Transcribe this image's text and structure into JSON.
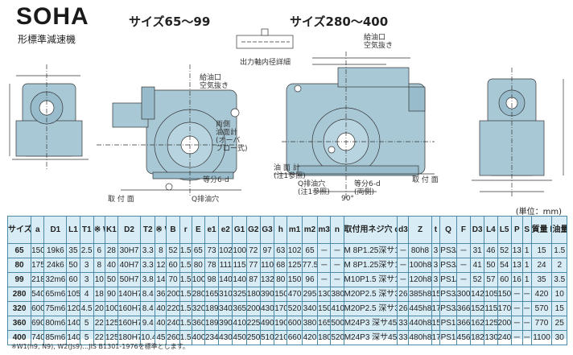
{
  "header": {
    "brand": "SOHA",
    "subtitle": "形標準減速機",
    "size_small": "サイズ65～99",
    "size_large": "サイズ280～400"
  },
  "drawing_labels": {
    "shaft_detail": "出力軸内径詳細",
    "oil_inlet_left": "給油口\n空気抜き",
    "oil_inlet_right": "給油口\n空気抜き",
    "oil_gauge_small": "両側\n油面計\n(オーバ\nフロー式)",
    "install_face": "取 付 面",
    "drain_left": "Q排油穴",
    "equal_div": "等分6-d",
    "oil_gauge_large": "油 面 計\n(注1参照)",
    "drain_right": "Q排油穴\n(注1参照)",
    "equal_div_both": "等分6-d\n(両側)",
    "install_face_right": "取 付 面",
    "angle": "90°"
  },
  "unit_note": "(単位：mm)",
  "table": {
    "headers": [
      "サイズ E",
      "a",
      "D1",
      "L1",
      "T1",
      "※ W1",
      "K1",
      "D2",
      "T2",
      "※ W2",
      "B",
      "r",
      "E",
      "e1",
      "e2",
      "G1",
      "G2",
      "G3",
      "h",
      "m1",
      "m2",
      "m3",
      "n",
      "取付用ネジ穴 d2",
      "d3",
      "Z",
      "t",
      "Q",
      "F",
      "D3",
      "L4",
      "L5",
      "P",
      "S",
      "質量 kg",
      "油量 ℓ"
    ],
    "rows": [
      [
        "65",
        "150",
        "19k6",
        "35",
        "2.5",
        "6",
        "28",
        "30H7",
        "3.3",
        "8",
        "52",
        "1.5",
        "65",
        "73",
        "102",
        "100",
        "72",
        "97",
        "63",
        "102",
        "65",
        "─",
        "─",
        "M 8P1.25深サ15",
        "─",
        "80h8",
        "3",
        "PS3/8",
        "─",
        "31",
        "46",
        "52",
        "13",
        "1",
        "15",
        "1.5"
      ],
      [
        "80",
        "175",
        "24k6",
        "50",
        "3",
        "8",
        "40",
        "40H7",
        "3.3",
        "12",
        "60",
        "1.5",
        "80",
        "78",
        "111",
        "115",
        "77",
        "110",
        "68",
        "125",
        "77.5",
        "─",
        "─",
        "M 8P1.25深サ15",
        "─",
        "100h8",
        "3",
        "PS3/8",
        "─",
        "41",
        "50",
        "54",
        "13",
        "1",
        "24",
        "2"
      ],
      [
        "99",
        "218",
        "32m6",
        "60",
        "3",
        "10",
        "50",
        "50H7",
        "3.8",
        "14",
        "70",
        "1.5",
        "100",
        "98",
        "140",
        "140",
        "87",
        "132",
        "80",
        "150",
        "96",
        "─",
        "─",
        "M10P1.5 深サ18",
        "─",
        "120h8",
        "3",
        "PS1/2",
        "─",
        "52",
        "57",
        "60",
        "16",
        "1",
        "35",
        "3.5"
      ],
      [
        "280",
        "540",
        "65m6",
        "105",
        "4",
        "18",
        "90",
        "140H7",
        "8.4",
        "36",
        "200",
        "1.5",
        "280",
        "165",
        "310",
        "325",
        "180",
        "390",
        "150",
        "470",
        "295",
        "130",
        "380",
        "M20P2.5 深サ35",
        "26",
        "385h8",
        "15",
        "PS3/4",
        "300",
        "142",
        "105",
        "150",
        "─",
        "─",
        "420",
        "10"
      ],
      [
        "320",
        "600",
        "75m6",
        "120",
        "4.5",
        "20",
        "100",
        "160H7",
        "8.4",
        "40",
        "220",
        "1.5",
        "320",
        "189",
        "340",
        "365",
        "200",
        "430",
        "170",
        "520",
        "340",
        "150",
        "410",
        "M20P2.5 深サ35",
        "26",
        "445h8",
        "17",
        "PS3/4",
        "366",
        "152",
        "115",
        "170",
        "─",
        "─",
        "570",
        "15"
      ],
      [
        "360",
        "690",
        "80m6",
        "140",
        "5",
        "22",
        "125",
        "160H7",
        "9.4",
        "40",
        "240",
        "1.5",
        "360",
        "189",
        "390",
        "410",
        "225",
        "490",
        "190",
        "600",
        "380",
        "165",
        "500",
        "M24P3 深サ45",
        "33",
        "440h8",
        "15",
        "PS1",
        "366",
        "162",
        "125",
        "200",
        "─",
        "─",
        "770",
        "25"
      ],
      [
        "400",
        "740",
        "85m6",
        "140",
        "5",
        "22",
        "125",
        "180H7",
        "10.4",
        "45",
        "260",
        "1.5",
        "400",
        "234",
        "430",
        "450",
        "250",
        "510",
        "210",
        "660",
        "420",
        "180",
        "520",
        "M24P3 深サ45",
        "33",
        "480h8",
        "17",
        "PS1",
        "456",
        "182",
        "130",
        "240",
        "─",
        "─",
        "1100",
        "30"
      ]
    ]
  },
  "footnote": "※W1(h9, N9), W2(Js9)…JIS B1301-1976を標準とします。",
  "colors": {
    "casing": "#a9c8d6",
    "casing_dark": "#7ea7ba",
    "table_bg": "#d8ecf5",
    "table_border": "#4d8aa8"
  }
}
